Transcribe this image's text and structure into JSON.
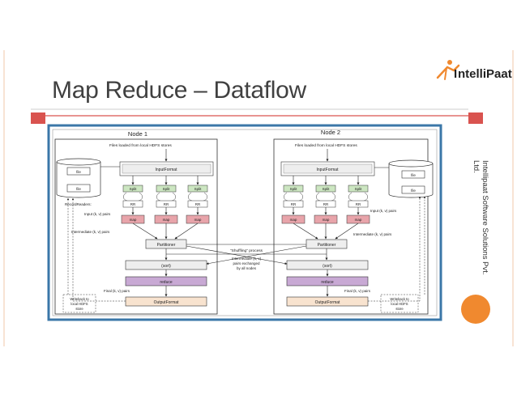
{
  "slide": {
    "title": "Map Reduce – Dataflow",
    "credit_line_1": "Intellipaat Software Solutions Pvt.",
    "credit_line_2": "Ltd."
  },
  "logo": {
    "brand_text": "ntelliPaat",
    "brand_initial": "I"
  },
  "colors": {
    "accent_orange": "#f0892f",
    "rule_red": "#d9534f",
    "diagram_border": "#3b77a8",
    "map_pink": "#e8a4aa",
    "split_green": "#cce6c1",
    "reduce_purple": "#c8a9d4",
    "output_peach": "#f8e3cf"
  },
  "diagram": {
    "node1_title": "Node 1",
    "node2_title": "Node 2",
    "files_loaded": "Files loaded from local HDFS stores",
    "input_format": "InputFormat",
    "split": "Split",
    "rr": "RR",
    "record_readers": "RecordReaders:",
    "input_pairs": "Input (k, v) pairs",
    "map": "map",
    "intermediate_pairs": "Intermediate (k, v) pairs",
    "partitioner": "Partitioner",
    "shuffling_process": "\"Shuffling\" process",
    "exchange_line_1": "Intermediate (k, v)",
    "exchange_line_2": "pairs exchanged",
    "exchange_line_3": "by all nodes",
    "sort": "(sort)",
    "reduce": "reduce",
    "final_pairs": "Final (k, v) pairs",
    "output_format": "OutputFormat",
    "writeback_line_1": "Writeback to",
    "writeback_line_2": "local HDFS",
    "writeback_line_3": "store",
    "file": "file"
  }
}
